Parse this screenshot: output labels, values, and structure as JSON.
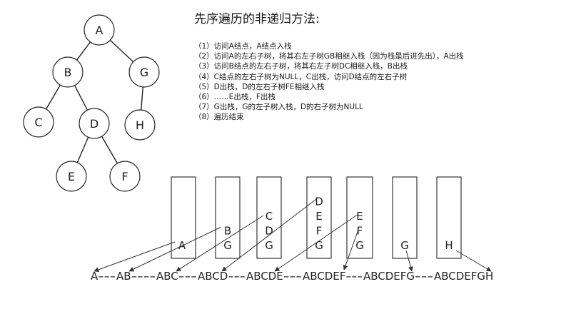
{
  "title": "先序遍历的非递归方法:",
  "steps": [
    "（1）访问A结点，A结点入栈",
    "（2）访问A的左右子树，将其右左子树GB相继入栈（因为栈是后进先出），A出栈",
    "（3）访问B结点的左右子树，将其右左子树DC相继入栈，B出栈",
    "（4）C结点的左右子树为NULL，C出栈，访问D结点的左右子树",
    "（5）D出栈，D的左右子树FE相继入栈",
    "（6）……E出栈，F出栈",
    "（7）G出栈，G的左子树入栈，D的右子树为NULL",
    "（8）遍历结束"
  ],
  "tree": {
    "nodes": [
      "A",
      "B",
      "G",
      "C",
      "D",
      "H",
      "E",
      "F"
    ],
    "edges": [
      [
        "A",
        "B"
      ],
      [
        "A",
        "G"
      ],
      [
        "B",
        "C"
      ],
      [
        "B",
        "D"
      ],
      [
        "G",
        "H"
      ],
      [
        "D",
        "E"
      ],
      [
        "D",
        "F"
      ]
    ]
  },
  "stacks": [
    [
      "A"
    ],
    [
      "B",
      "G"
    ],
    [
      "C",
      "D",
      "G"
    ],
    [
      "D",
      "E",
      "F",
      "G"
    ],
    [
      "E",
      "F",
      "G"
    ],
    [
      "G"
    ],
    [
      "H"
    ]
  ],
  "sequence": [
    "A",
    "AB",
    "ABC",
    "ABCD",
    "ABCDE",
    "ABCDEF",
    "ABCDEFG",
    "ABCDEFGH"
  ],
  "separators": [
    "---",
    "----",
    "---",
    "---",
    "---",
    "---",
    "---"
  ]
}
